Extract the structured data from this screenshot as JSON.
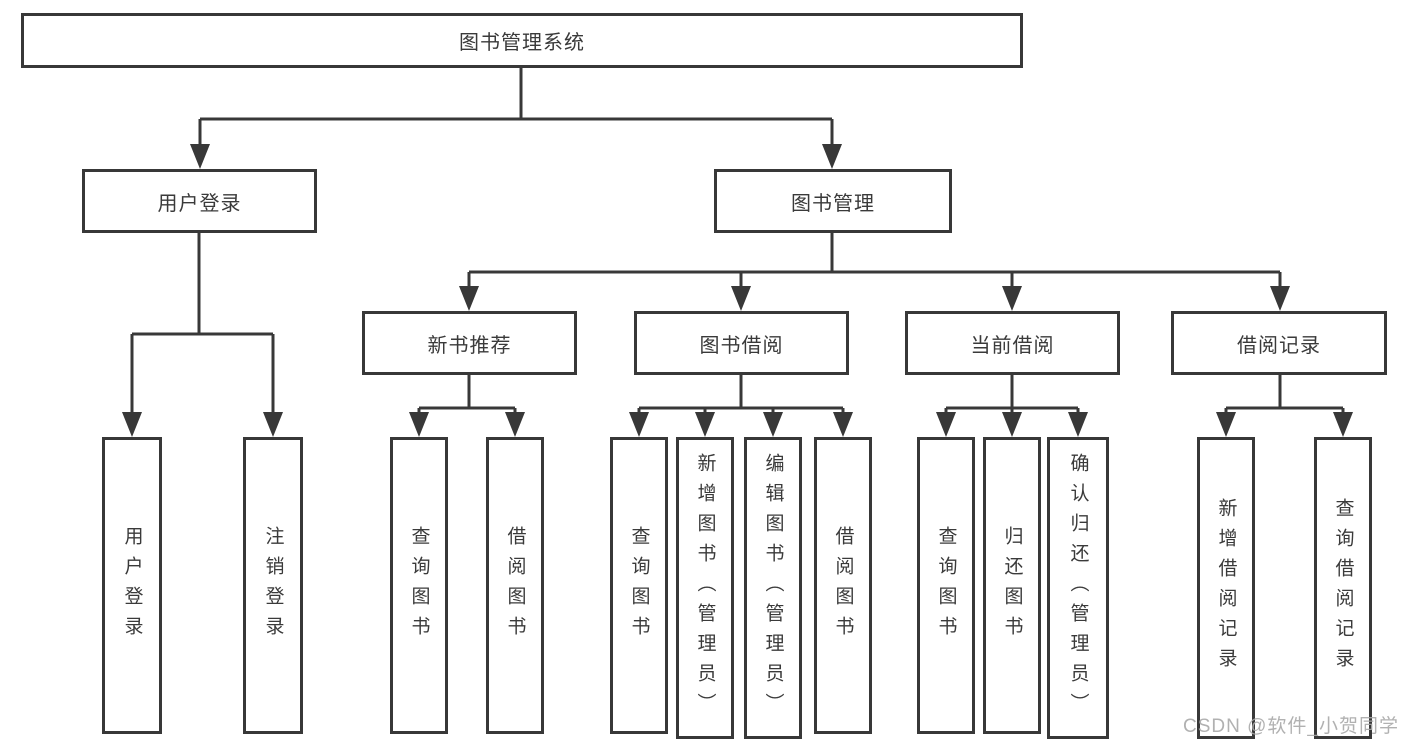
{
  "diagram": {
    "title": "图书管理系统",
    "root": {
      "label": "图书管理系统"
    },
    "branches": [
      {
        "label": "用户登录",
        "children": [
          {
            "label": "用户登录"
          },
          {
            "label": "注销登录"
          }
        ]
      },
      {
        "label": "图书管理",
        "children": [
          {
            "label": "新书推荐",
            "children": [
              {
                "label": "查询图书"
              },
              {
                "label": "借阅图书"
              }
            ]
          },
          {
            "label": "图书借阅",
            "children": [
              {
                "label": "查询图书"
              },
              {
                "label": "新增图书（管理员）"
              },
              {
                "label": "编辑图书（管理员）"
              },
              {
                "label": "借阅图书"
              }
            ]
          },
          {
            "label": "当前借阅",
            "children": [
              {
                "label": "查询图书"
              },
              {
                "label": "归还图书"
              },
              {
                "label": "确认归还（管理员）"
              }
            ]
          },
          {
            "label": "借阅记录",
            "children": [
              {
                "label": "新增借阅记录"
              },
              {
                "label": "查询借阅记录"
              }
            ]
          }
        ]
      }
    ]
  },
  "watermark": {
    "text": "CSDN @软件_小贺同学"
  },
  "colors": {
    "line": "#383838",
    "box_border": "#383838",
    "text": "#3a3a3a",
    "watermark": "#a8a8a8",
    "background": "#ffffff"
  }
}
